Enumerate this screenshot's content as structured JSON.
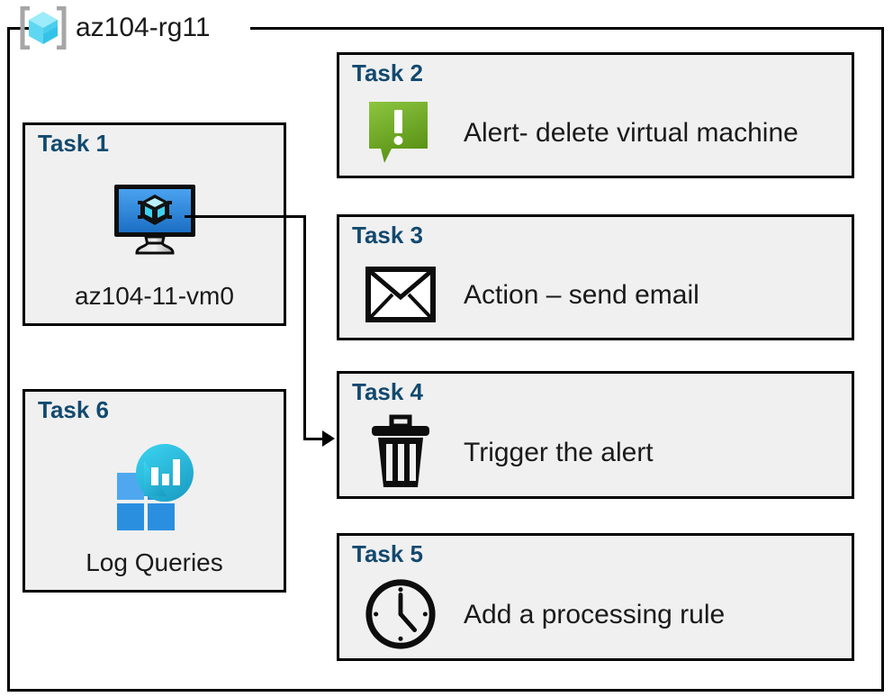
{
  "resource_group": {
    "name": "az104-rg11",
    "icon": "resource-group-cube-icon"
  },
  "colors": {
    "task_title": "#12496f",
    "card_fill": "#f0f0f0",
    "card_border": "#000000",
    "alert_green": "#76bc21",
    "vm_blue": "#2f8de4",
    "log_cyan": "#32bedd",
    "log_blue": "#3196e3"
  },
  "cards": [
    {
      "id": "task-1",
      "title": "Task 1",
      "label": "az104-11-vm0",
      "icon": "virtual-machine-icon",
      "layout": "vertical"
    },
    {
      "id": "task-2",
      "title": "Task 2",
      "label": "Alert- delete virtual machine",
      "icon": "alert-callout-icon",
      "layout": "horizontal"
    },
    {
      "id": "task-3",
      "title": "Task 3",
      "label": "Action – send email",
      "icon": "envelope-icon",
      "layout": "horizontal"
    },
    {
      "id": "task-4",
      "title": "Task 4",
      "label": "Trigger the alert",
      "icon": "trash-icon",
      "layout": "horizontal"
    },
    {
      "id": "task-5",
      "title": "Task 5",
      "label": "Add a processing rule",
      "icon": "clock-icon",
      "layout": "horizontal"
    },
    {
      "id": "task-6",
      "title": "Task 6",
      "label": "Log Queries",
      "icon": "log-queries-icon",
      "layout": "vertical"
    }
  ],
  "connector": {
    "from": "virtual-machine-icon",
    "to": "task-4",
    "arrow": "arrow-right-icon"
  }
}
